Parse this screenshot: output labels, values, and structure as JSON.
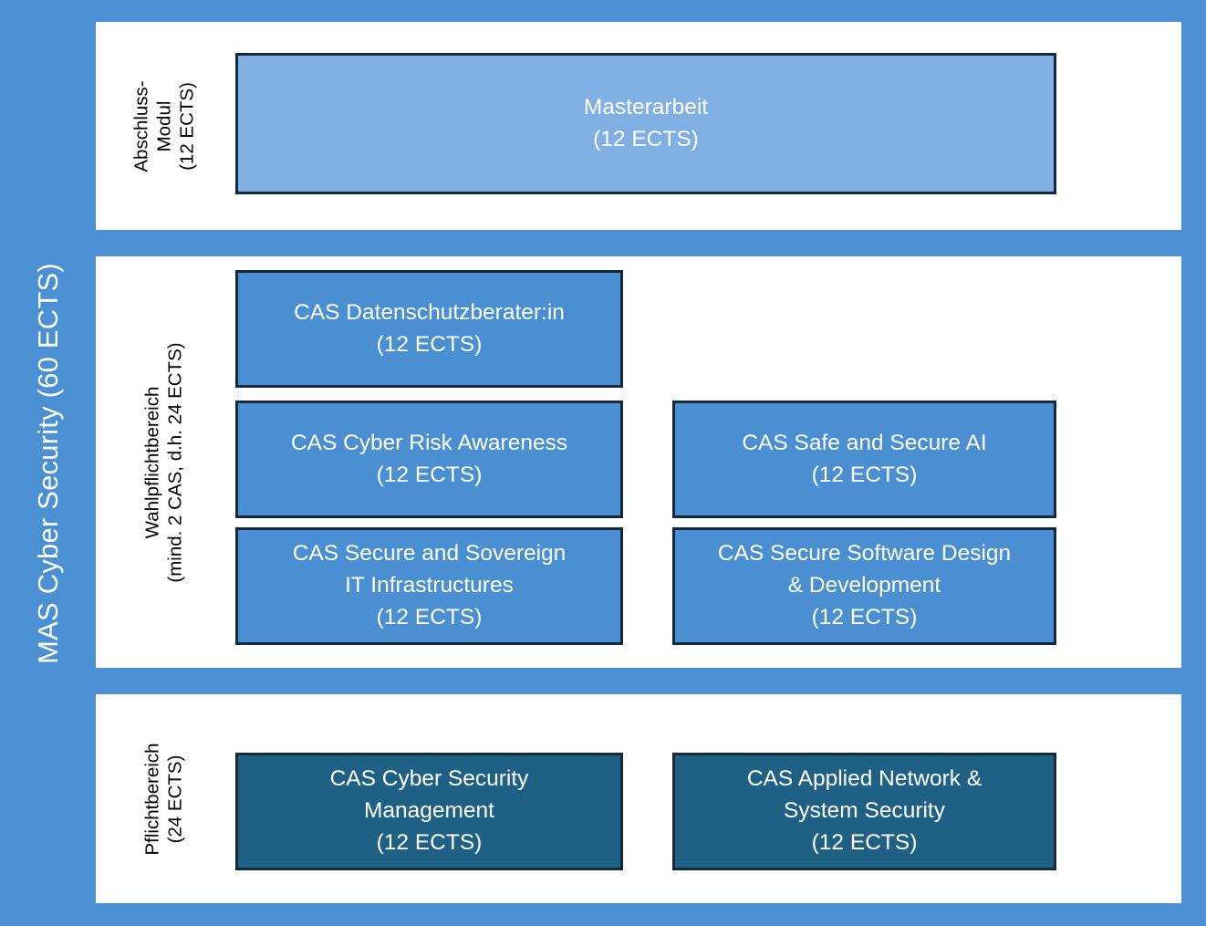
{
  "program": {
    "title": "MAS Cyber Security (60 ECTS)",
    "accent_background": "#4a90d3",
    "panel_background": "#ffffff",
    "border_color": "#16283c"
  },
  "sections": [
    {
      "id": "abschluss-modul",
      "label_line1": "Abschluss-",
      "label_line2": "Modul",
      "label_line3": "(12 ECTS)",
      "box_color": "#7fafe3",
      "courses": [
        {
          "name": "Masterarbeit",
          "ects": "(12 ECTS)"
        }
      ]
    },
    {
      "id": "wahlpflichtbereich",
      "label_line1": "Wahlpflichtbereich",
      "label_line2": "(mind. 2 CAS, d.h. 24 ECTS)",
      "box_color": "#4a8fd1",
      "courses": [
        {
          "name": "CAS Datenschutzberater:in",
          "ects": "(12 ECTS)"
        },
        {
          "name": "CAS Cyber Risk Awareness",
          "ects": "(12 ECTS)"
        },
        {
          "name": "CAS Safe and Secure AI",
          "ects": "(12 ECTS)"
        },
        {
          "name_line1": "CAS Secure and Sovereign",
          "name_line2": "IT Infrastructures",
          "ects": "(12 ECTS)"
        },
        {
          "name_line1": "CAS Secure Software Design",
          "name_line2": "& Development",
          "ects": "(12 ECTS)"
        }
      ]
    },
    {
      "id": "pflichtbereich",
      "label_line1": "Pflichtbereich",
      "label_line2": "(24 ECTS)",
      "box_color": "#1f6085",
      "courses": [
        {
          "name_line1": "CAS Cyber Security",
          "name_line2": "Management",
          "ects": "(12 ECTS)"
        },
        {
          "name_line1": "CAS Applied Network &",
          "name_line2": "System Security",
          "ects": "(12 ECTS)"
        }
      ]
    }
  ]
}
